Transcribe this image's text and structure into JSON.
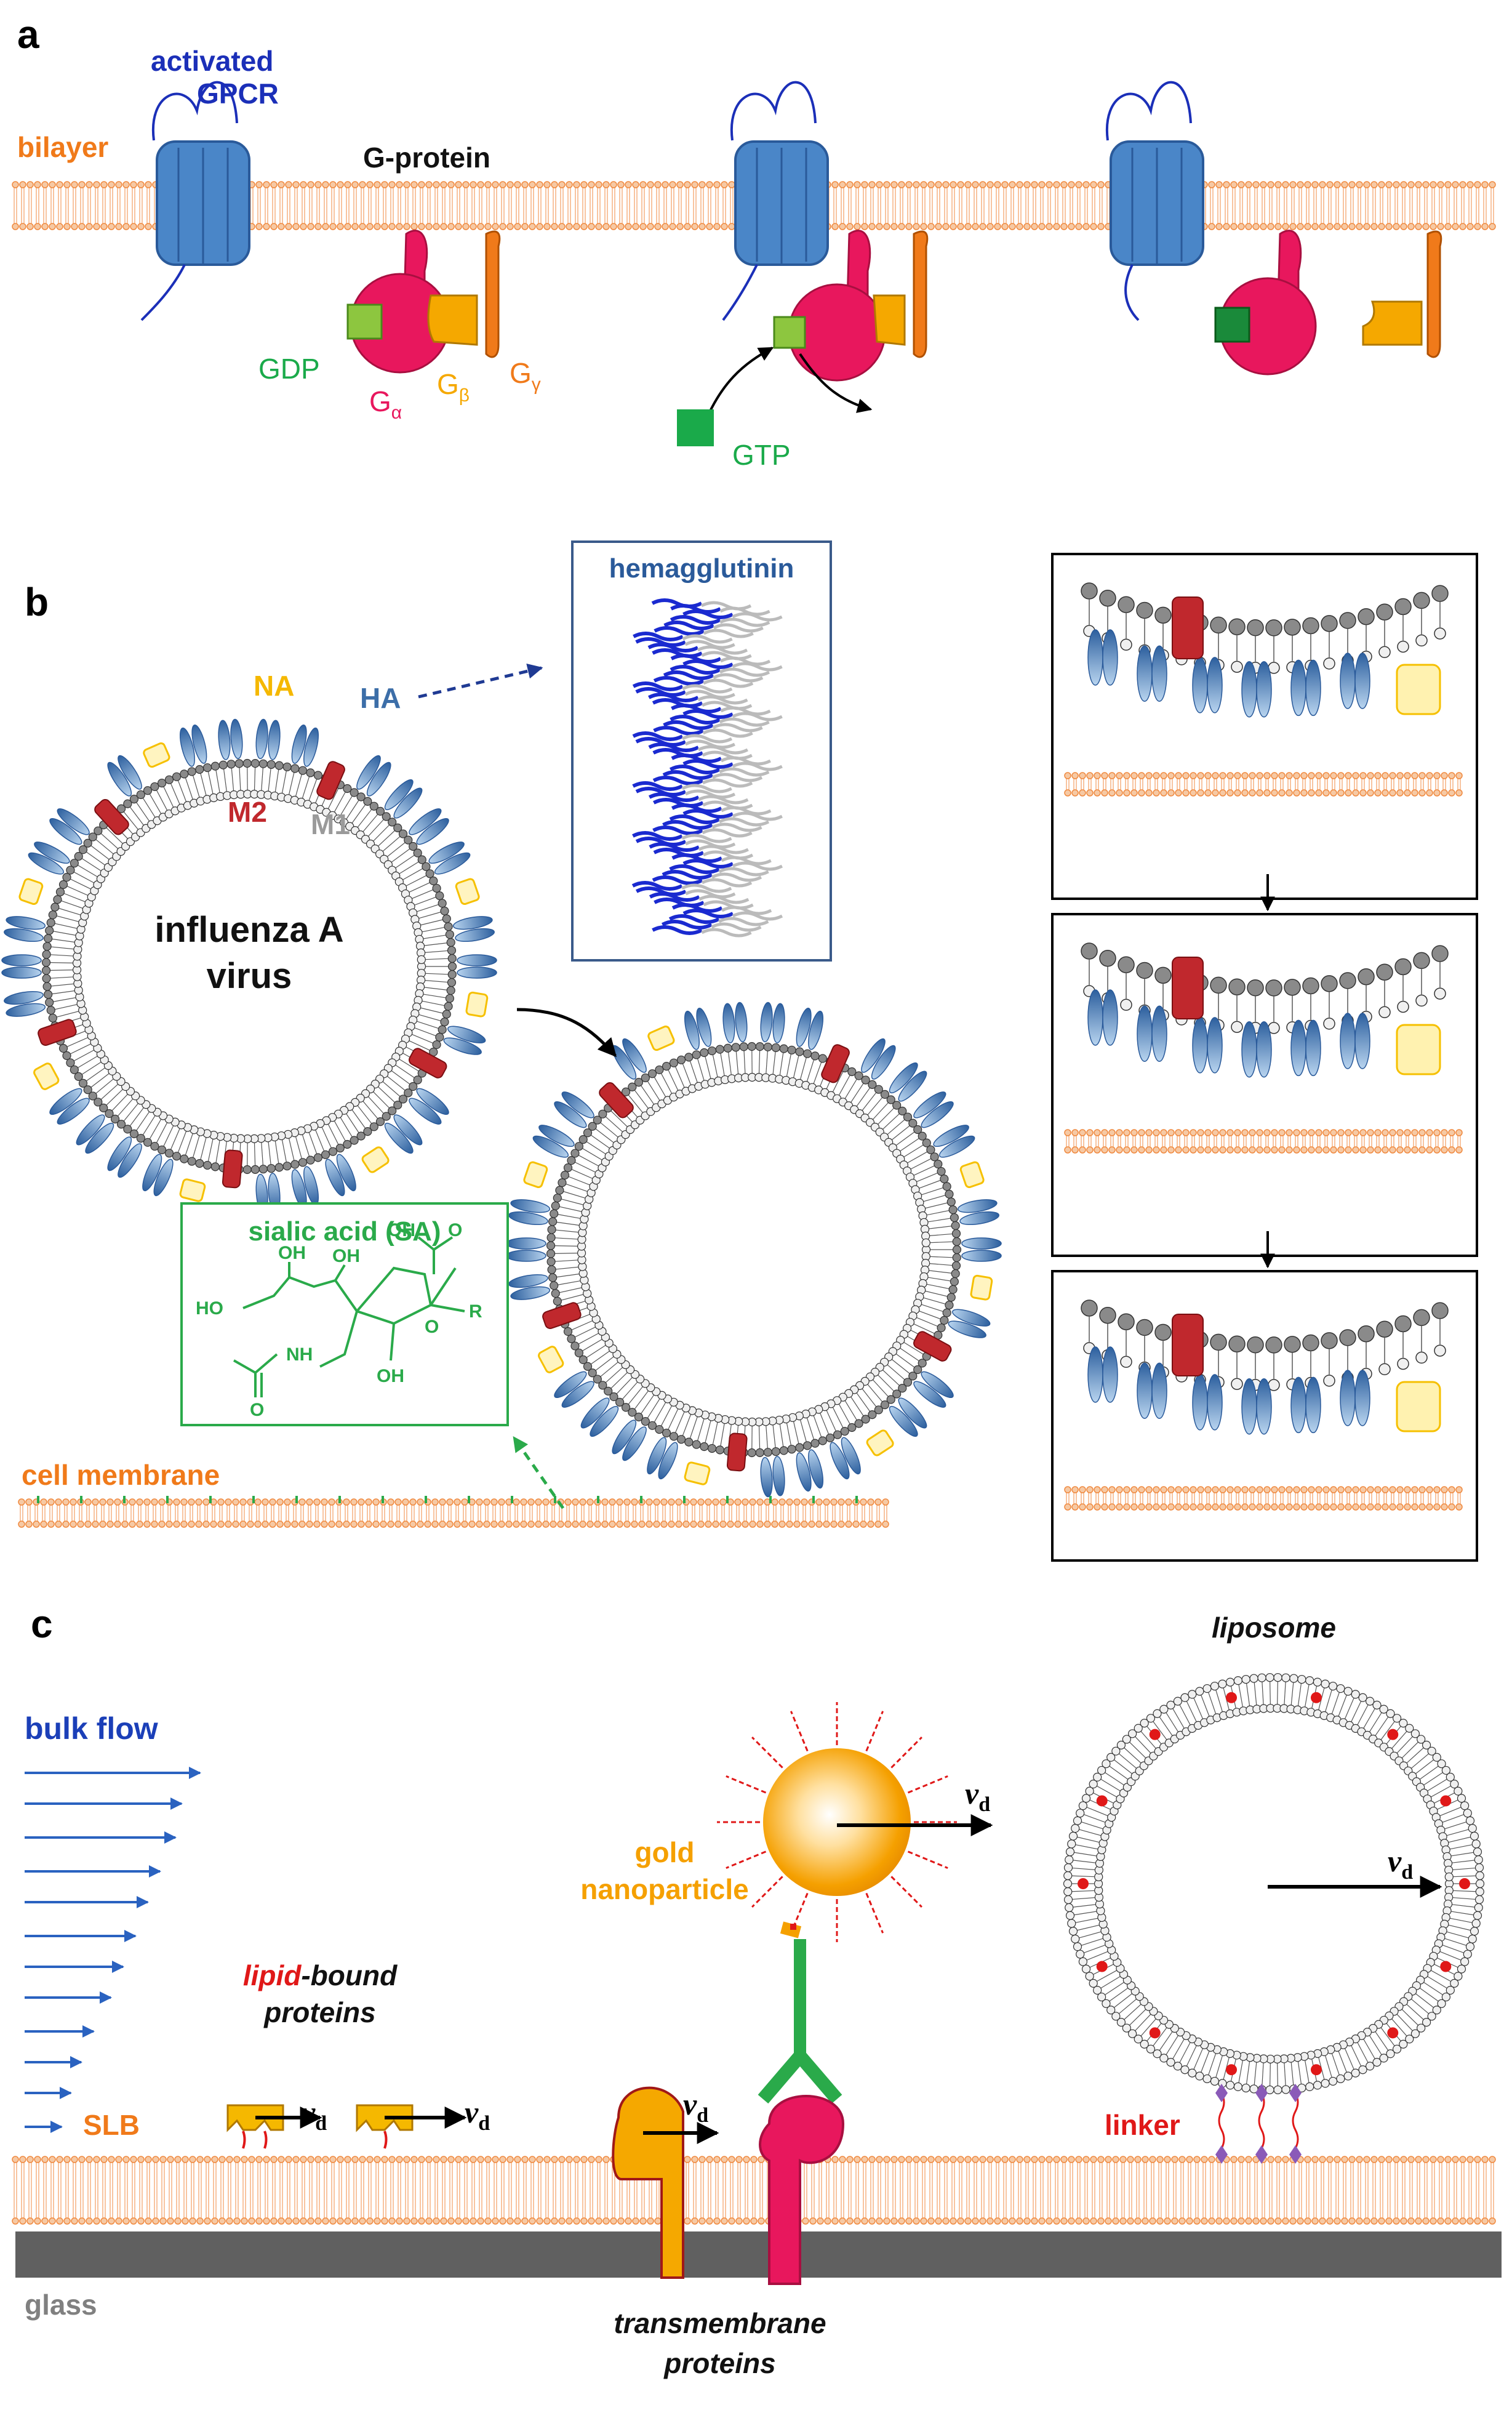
{
  "panels": {
    "a": {
      "letter": "a",
      "activated_gpcr": [
        "activated",
        "GPCR"
      ],
      "bilayer": "bilayer",
      "g_protein": "G-protein",
      "gdp": "GDP",
      "g_alpha": "G",
      "g_alpha_sub": "α",
      "g_beta": "G",
      "g_beta_sub": "β",
      "g_gamma": "G",
      "g_gamma_sub": "γ",
      "gtp": "GTP"
    },
    "b": {
      "letter": "b",
      "na": "NA",
      "ha": "HA",
      "m2": "M2",
      "m1": "M1",
      "virus": [
        "influenza A",
        "virus"
      ],
      "hemagglutinin": "hemagglutinin",
      "sialic_acid": "sialic acid (SA)",
      "cell_membrane": "cell membrane",
      "chem": {
        "ho": "HO",
        "oh1": "OH",
        "oh2": "OH",
        "o1": "O",
        "oh3": "OH",
        "nh": "NH",
        "o2": "O",
        "o3": "O",
        "r": "R",
        "oh4": "OH"
      }
    },
    "c": {
      "letter": "c",
      "bulk_flow": "bulk flow",
      "liposome": "liposome",
      "gold": [
        "gold",
        "nanoparticle"
      ],
      "lipid_word": "lipid",
      "bound_word": "-bound",
      "proteins_word": "proteins",
      "sl b": "",
      "slb": "SLB",
      "linker": "linker",
      "glass": "glass",
      "transmembrane": [
        "transmembrane",
        "proteins"
      ],
      "vd_v": "v",
      "vd_d": "d"
    }
  },
  "colors": {
    "lipid": "#f6c9a4",
    "lipid_stroke": "#f08a40",
    "gpcr": "#4a86c8",
    "g_alpha": "#e8175d",
    "g_beta": "#f5a800",
    "g_gamma": "#f07a1a",
    "gdp": "#8dc63f",
    "gtp": "#1aaa4a",
    "navy": "#1f3a93",
    "sialic": "#2aaa4a",
    "m2": "#c0282d",
    "na": "#f6c000",
    "ha": "#3c78b4",
    "glass": "#606060",
    "gold": "#f5a000"
  }
}
